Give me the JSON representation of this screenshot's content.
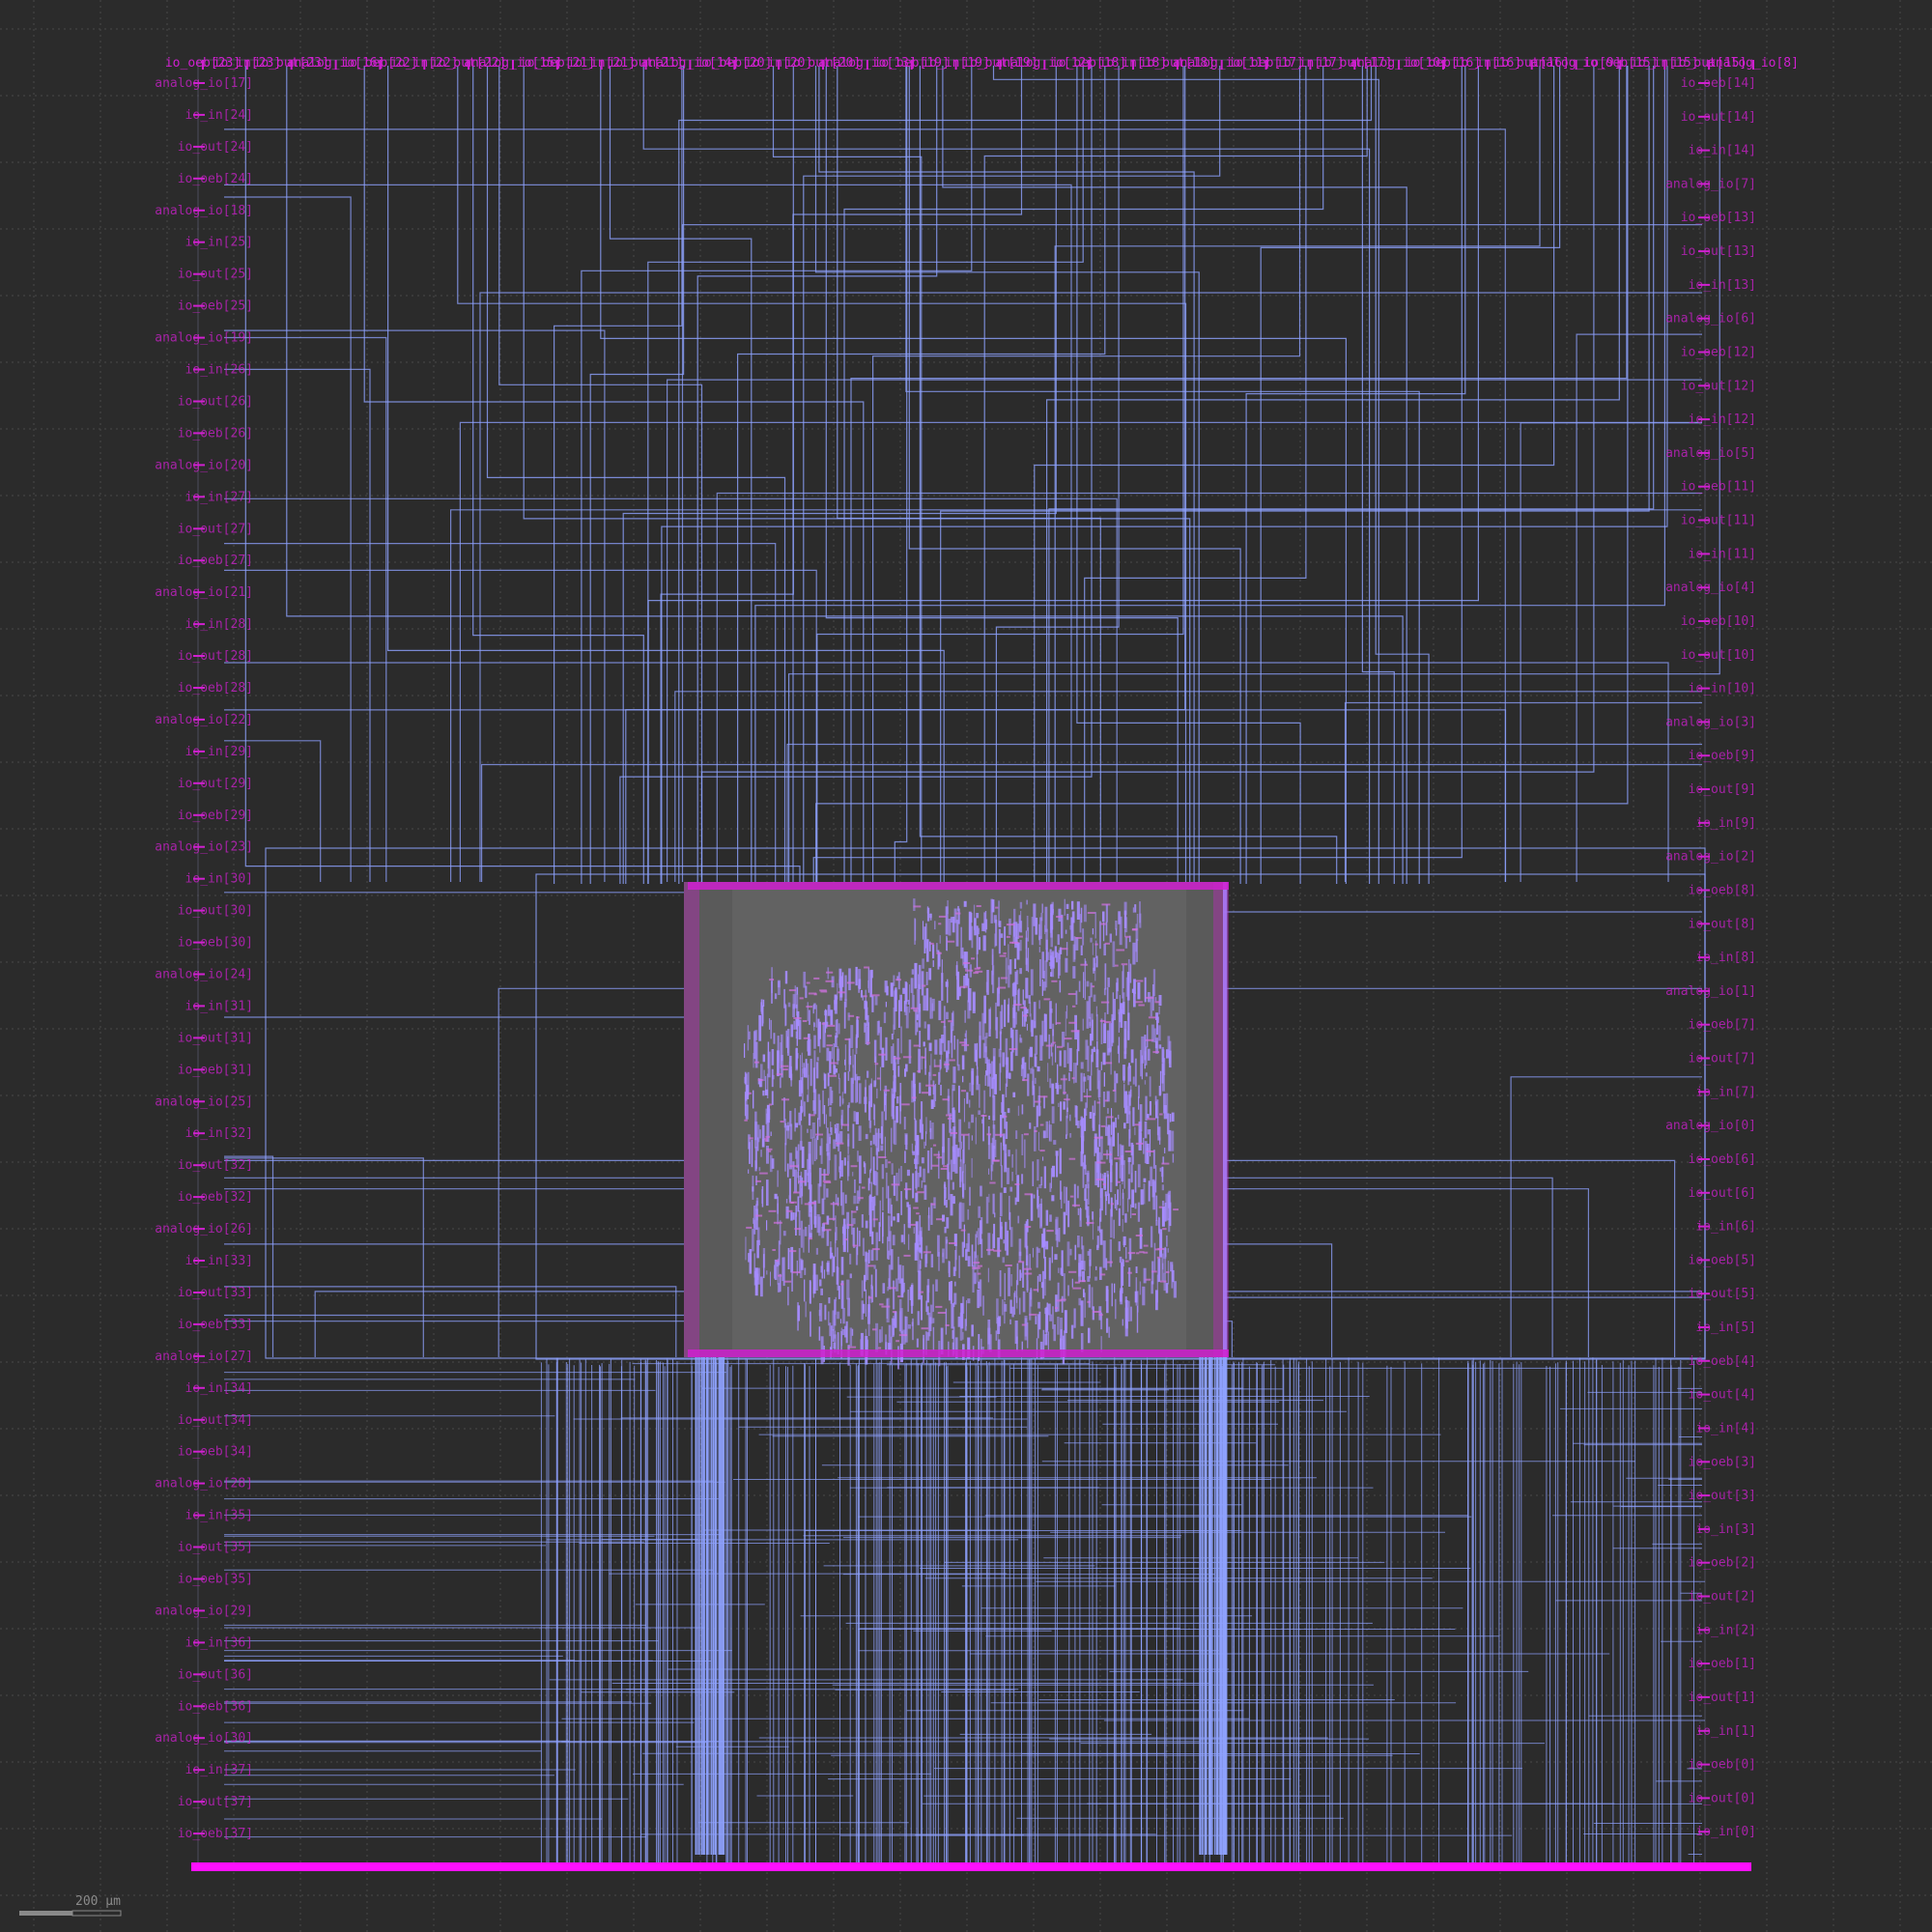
{
  "viewer": {
    "background": "#2b2b2b",
    "grid_color": "#4a4a4a",
    "route_color": "#8fa2ff",
    "pin_color": "#d020d0",
    "core_fill": "#5a5a5a",
    "cell_color": "#a68cff",
    "scale_label": "200 µm"
  },
  "top_pins": [
    "io_oeb[23]",
    "io_in[23]",
    "io_out[23]",
    "analog_io[16]",
    "io_oeb[22]",
    "io_in[22]",
    "io_out[22]",
    "analog_io[15]",
    "io_oeb[21]",
    "io_in[21]",
    "io_out[21]",
    "analog_io[14]",
    "io_oeb[20]",
    "io_in[20]",
    "io_out[20]",
    "analog_io[13]",
    "io_oeb[19]",
    "io_in[19]",
    "io_out[19]",
    "analog_io[12]",
    "io_oeb[18]",
    "io_in[18]",
    "io_out[18]",
    "analog_io[11]",
    "io_oeb[17]",
    "io_in[17]",
    "io_out[17]",
    "analog_io[10]",
    "io_oeb[16]",
    "io_in[16]",
    "io_out[16]",
    "analog_io[9]",
    "io_oeb[15]",
    "io_in[15]",
    "io_out[15]",
    "analog_io[8]"
  ],
  "left_pins": [
    "analog_io[17]",
    "io_in[24]",
    "io_out[24]",
    "io_oeb[24]",
    "analog_io[18]",
    "io_in[25]",
    "io_out[25]",
    "io_oeb[25]",
    "analog_io[19]",
    "io_in[26]",
    "io_out[26]",
    "io_oeb[26]",
    "analog_io[20]",
    "io_in[27]",
    "io_out[27]",
    "io_oeb[27]",
    "analog_io[21]",
    "io_in[28]",
    "io_out[28]",
    "io_oeb[28]",
    "analog_io[22]",
    "io_in[29]",
    "io_out[29]",
    "io_oeb[29]",
    "analog_io[23]",
    "io_in[30]",
    "io_out[30]",
    "io_oeb[30]",
    "analog_io[24]",
    "io_in[31]",
    "io_out[31]",
    "io_oeb[31]",
    "analog_io[25]",
    "io_in[32]",
    "io_out[32]",
    "io_oeb[32]",
    "analog_io[26]",
    "io_in[33]",
    "io_out[33]",
    "io_oeb[33]",
    "analog_io[27]",
    "io_in[34]",
    "io_out[34]",
    "io_oeb[34]",
    "analog_io[28]",
    "io_in[35]",
    "io_out[35]",
    "io_oeb[35]",
    "analog_io[29]",
    "io_in[36]",
    "io_out[36]",
    "io_oeb[36]",
    "analog_io[30]",
    "io_in[37]",
    "io_out[37]",
    "io_oeb[37]"
  ],
  "right_pins": [
    "io_oeb[14]",
    "io_out[14]",
    "io_in[14]",
    "analog_io[7]",
    "io_oeb[13]",
    "io_out[13]",
    "io_in[13]",
    "analog_io[6]",
    "io_oeb[12]",
    "io_out[12]",
    "io_in[12]",
    "analog_io[5]",
    "io_oeb[11]",
    "io_out[11]",
    "io_in[11]",
    "analog_io[4]",
    "io_oeb[10]",
    "io_out[10]",
    "io_in[10]",
    "analog_io[3]",
    "io_oeb[9]",
    "io_out[9]",
    "io_in[9]",
    "analog_io[2]",
    "io_oeb[8]",
    "io_out[8]",
    "io_in[8]",
    "analog_io[1]",
    "io_oeb[7]",
    "io_out[7]",
    "io_in[7]",
    "analog_io[0]",
    "io_oeb[6]",
    "io_out[6]",
    "io_in[6]",
    "io_oeb[5]",
    "io_out[5]",
    "io_in[5]",
    "io_oeb[4]",
    "io_out[4]",
    "io_in[4]",
    "io_oeb[3]",
    "io_out[3]",
    "io_in[3]",
    "io_oeb[2]",
    "io_out[2]",
    "io_in[2]",
    "io_oeb[1]",
    "io_out[1]",
    "io_in[1]",
    "io_oeb[0]",
    "io_out[0]",
    "io_in[0]"
  ]
}
